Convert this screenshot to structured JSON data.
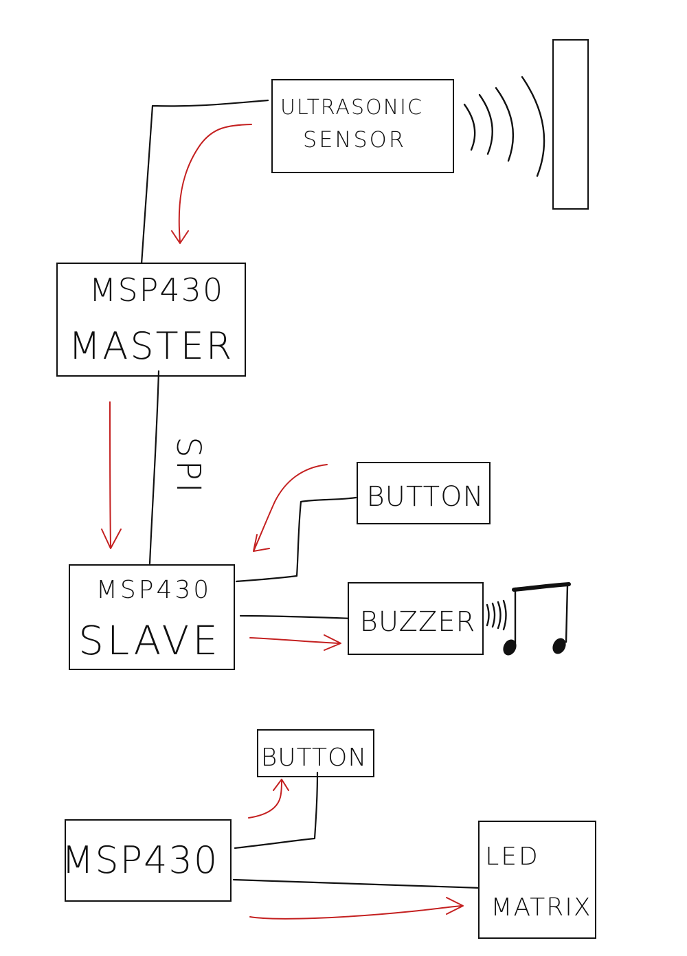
{
  "diagram": {
    "ultrasonic": {
      "line1": "ULTRASONIC",
      "line2": "SENSOR"
    },
    "master": {
      "line1": "MSP430",
      "line2": "MASTER"
    },
    "spi_label": "SPI",
    "slave": {
      "line1": "MSP430",
      "line2": "SLAVE"
    },
    "button_top": "BUTTON",
    "buzzer": "BUZZER",
    "button_bottom": "BUTTON",
    "msp430_bottom": "MSP430",
    "led_matrix": {
      "line1": "LED",
      "line2": "MATRIX"
    }
  },
  "colors": {
    "ink": "#111111",
    "flow_arrow": "#c42020",
    "background": "#ffffff"
  }
}
